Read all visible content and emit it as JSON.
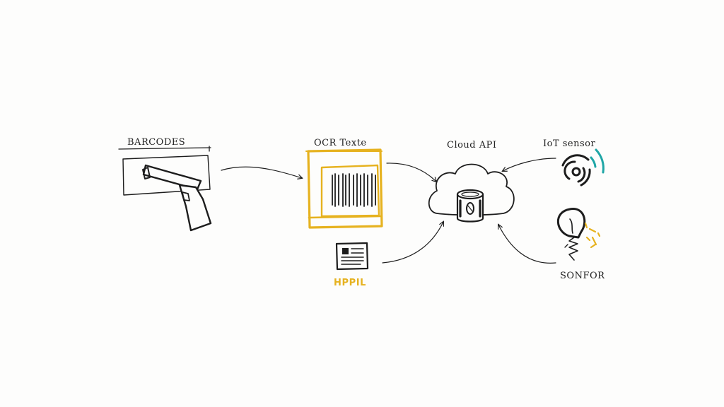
{
  "labels": {
    "barcodes": "BARCODES",
    "ocr": "OCR Texte",
    "hppil": "HPPIL",
    "cloud": "Cloud API",
    "iot": "IoT sensor",
    "sensor": "SONFOR"
  },
  "colors": {
    "ink": "#1d1d1d",
    "accent": "#e6b21f",
    "teal": "#1fa6a6",
    "background": "#fdfdfc"
  },
  "icons": {
    "barcodes": "barcode-scanner-icon",
    "ocr": "barcode-document-icon",
    "hppil": "document-icon",
    "cloud": "cloud-database-icon",
    "iot": "wifi-sensor-icon",
    "sensor": "light-bulb-sensor-icon"
  }
}
